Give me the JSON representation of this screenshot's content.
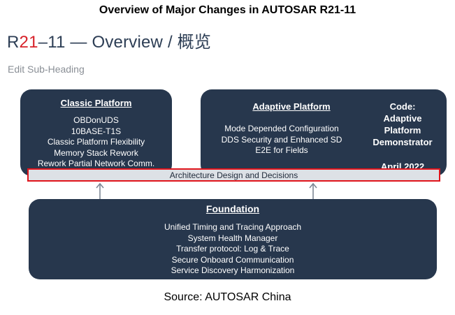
{
  "caption_title": "Overview of Major Changes in AUTOSAR R21-11",
  "slide_title": {
    "prefix": "R",
    "accent": "21",
    "suffix": "–11 — Overview / 概览"
  },
  "sub_heading": "Edit Sub-Heading",
  "classic": {
    "heading": "Classic Platform",
    "items": [
      "OBDonUDS",
      "10BASE-T1S",
      "Classic Platform Flexibility",
      "Memory Stack Rework",
      "Rework Partial Network Comm."
    ]
  },
  "adaptive": {
    "heading": "Adaptive Platform",
    "items": [
      "Mode Depended Configuration",
      "DDS Security and Enhanced SD",
      "E2E for Fields"
    ],
    "code_lines": [
      "Code:",
      "Adaptive",
      "Platform",
      "Demonstrator"
    ],
    "date": "April 2022"
  },
  "architecture_bar": "Architecture Design and Decisions",
  "foundation": {
    "heading": "Foundation",
    "items": [
      "Unified Timing and Tracing Approach",
      "System Health Manager",
      "Transfer protocol: Log & Trace",
      "Secure Onboard Communication",
      "Service Discovery Harmonization"
    ]
  },
  "source": "Source: AUTOSAR China",
  "colors": {
    "box_fill": "#27374d",
    "highlight_border": "#e0141b",
    "title_accent": "#d7222a"
  }
}
